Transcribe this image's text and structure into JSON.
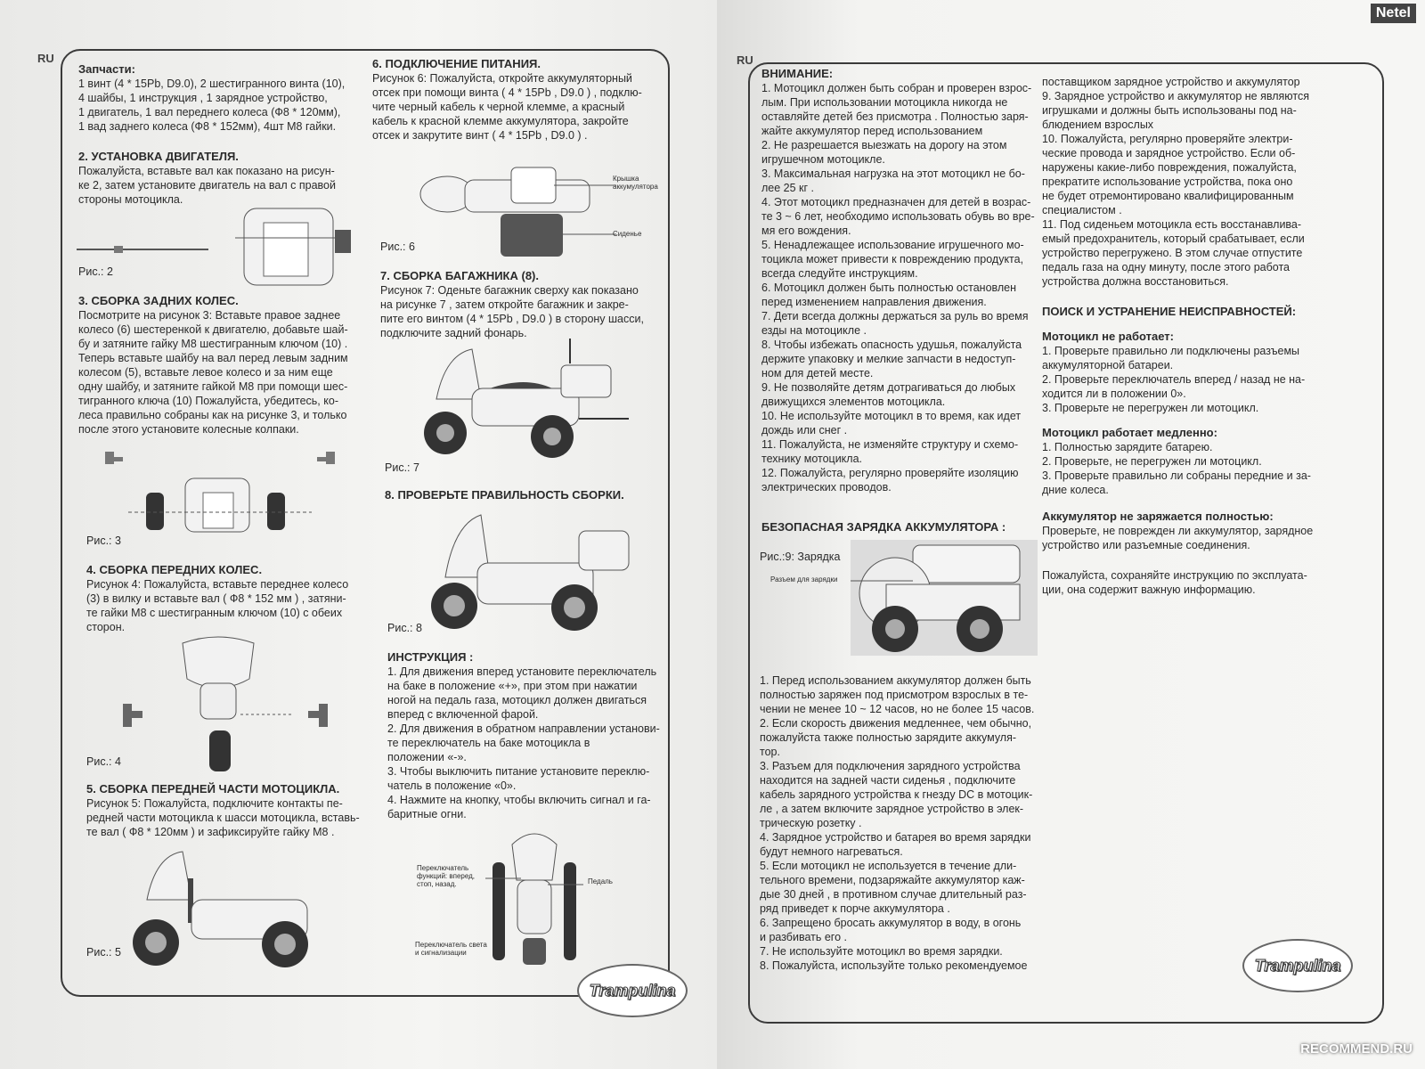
{
  "watermarks": {
    "top": "Netel",
    "bottom": "RECOMMEND.RU"
  },
  "left": {
    "lang": "RU",
    "parts": {
      "title": "Запчасти:",
      "lines": [
        "1 винт (4 * 15Pb, D9.0), 2 шестигранного винта (10),",
        "4 шайбы, 1 инструкция , 1 зарядное устройство,",
        "1 двигатель, 1 вал переднего колеса (Ф8 * 120мм),",
        "1 вад заднего колеса (Ф8 * 152мм), 4шт М8 гайки."
      ]
    },
    "s2": {
      "title": "2. УСТАНОВКА ДВИГАТЕЛЯ.",
      "lines": [
        "Пожалуйста, вставьте вал  как показано на рисун-",
        "ке 2, затем установите двигатель на вал с правой",
        "стороны мотоцикла."
      ],
      "cap": "Рис.: 2"
    },
    "s3": {
      "title": "3. СБОРКА ЗАДНИХ КОЛЕС.",
      "lines": [
        "Посмотрите на рисунок 3: Вставьте правое заднее",
        "колесо (6) шестеренкой к двигателю, добавьте шай-",
        "бу и затяните гайку М8 шестигранным ключом (10) .",
        "Теперь вставьте шайбу на вал перед левым задним",
        "колесом (5), вставьте левое колесо и за ним еще",
        "одну шайбу, и затяните гайкой М8 при помощи шес-",
        "тигранного ключа (10) Пожалуйста, убедитесь, ко-",
        "леса правильно собраны как на рисунке 3, и только",
        "после этого установите колесные колпаки."
      ],
      "cap": "Рис.: 3"
    },
    "s4": {
      "title": "4. СБОРКА ПЕРЕДНИХ КОЛЕС.",
      "lines": [
        "Рисунок 4: Пожалуйста, вставьте переднее колесо",
        "(3) в вилку и вставьте вал ( Ф8 * 152 мм ) , затяни-",
        "те гайки М8 с шестигранным ключом (10) с обеих",
        "сторон."
      ],
      "cap": "Рис.: 4"
    },
    "s5": {
      "title": "5. СБОРКА ПЕРЕДНЕЙ ЧАСТИ МОТОЦИКЛА.",
      "lines": [
        "Рисунок 5: Пожалуйста, подключите контакты пе-",
        "редней части мотоцикла к шасси мотоцикла, вставь-",
        "те вал ( Ф8 * 120мм ) и зафиксируйте гайку М8 ."
      ],
      "cap": "Рис.: 5"
    },
    "s6": {
      "title": "6. ПОДКЛЮЧЕНИЕ ПИТАНИЯ.",
      "lines": [
        "Рисунок 6: Пожалуйста, откройте аккумуляторный",
        "отсек при помощи винта ( 4 * 15Pb , D9.0 ) , подклю-",
        "чите черный кабель к черной клемме, а красный",
        "кабель к красной клемме аккумулятора, закройте",
        "отсек и закрутите винт ( 4 * 15Pb , D9.0 ) ."
      ],
      "cap": "Рис.: 6",
      "label1": "Крышка аккумулятора",
      "label2": "Сиденье"
    },
    "s7": {
      "title": "7. СБОРКА БАГАЖНИКА (8).",
      "lines": [
        "Рисунок 7: Оденьте багажник сверху как показано",
        "на рисунке 7   , затем откройте багажник и закре-",
        "пите его винтом (4 * 15Pb , D9.0 ) в сторону шасси,",
        "подключите задний фонарь."
      ],
      "cap": "Рис.: 7"
    },
    "s8": {
      "title": "8. ПРОВЕРЬТЕ ПРАВИЛЬНОСТЬ СБОРКИ.",
      "cap": "Рис.: 8"
    },
    "instr": {
      "title": "ИНСТРУКЦИЯ :",
      "lines": [
        "1. Для движения вперед установите переключатель",
        "на баке в положение «+», при этом при нажатии",
        "ногой на педаль газа, мотоцикл должен двигаться",
        "вперед с включенной фарой.",
        "2. Для движения в обратном направлении установи-",
        "те переключатель на баке мотоцикла в",
        "положении «-».",
        "3. Чтобы выключить питание установите переклю-",
        "чатель в положение «0».",
        "4. Нажмите на кнопку, чтобы включить сигнал и га-",
        "баритные огни."
      ],
      "label1": "Переключатель функций: вперед, стоп, назад.",
      "label2": "Педаль",
      "label3": "Переключатель света и сигнализации"
    },
    "logo": "Trampulina"
  },
  "right": {
    "lang": "RU",
    "warn": {
      "title": "ВНИМАНИЕ:",
      "lines": [
        "1. Мотоцикл должен быть собран и проверен взрос-",
        "лым. При использовании мотоцикла никогда не",
        "оставляйте детей без присмотра . Полностью заря-",
        "жайте аккумулятор перед использованием",
        "2. Не разрешается выезжать на дорогу на этом",
        "игрушечном мотоцикле.",
        "3. Максимальная нагрузка на этот мотоцикл не бо-",
        "лее 25 кг .",
        "4. Этот мотоцикл предназначен для детей в возрас-",
        "те 3 ~ 6 лет, необходимо использовать обувь во вре-",
        "мя его вождения.",
        "5. Ненадлежащее использование игрушечного мо-",
        "тоцикла может привести к повреждению продукта,",
        "всегда следуйте инструкциям.",
        "6. Мотоцикл должен быть полностью остановлен",
        "перед изменением направления движения.",
        "7. Дети всегда должны держаться за руль во время",
        "езды на мотоцикле .",
        "8. Чтобы избежать опасность удушья, пожалуйста",
        "держите упаковку и мелкие запчасти в недоступ-",
        "ном для детей месте.",
        "9. Не позволяйте детям дотрагиваться до любых",
        "движущихся элементов мотоцикла.",
        "10. Не используйте мотоцикл в то время, как идет",
        "дождь или снег .",
        "11. Пожалуйста, не изменяйте структуру и схемо-",
        "технику мотоцикла.",
        "12. Пожалуйста, регулярно проверяйте изоляцию",
        "электрических проводов."
      ]
    },
    "charge": {
      "title": "БЕЗОПАСНАЯ ЗАРЯДКА АККУМУЛЯТОРА :",
      "cap": "Рис.:9: Зарядка",
      "label": "Разъем для зарядки",
      "lines": [
        "1. Перед использованием аккумулятор должен быть",
        "полностью заряжен под присмотром взрослых  в те-",
        "чении не менее 10 ~ 12 часов,  но не более 15 часов.",
        "2. Если скорость движения медленнее, чем обычно,",
        "пожалуйста также полностью зарядите  аккумуля-",
        "тор.",
        "3. Разъем для подключения зарядного устройства",
        "находится на задней части сиденья , подключите",
        "кабель зарядного устройства к гнезду DC в мотоцик-",
        "ле , а затем включите зарядное устройство в элек-",
        "трическую розетку .",
        "4. Зарядное устройство и батарея во время зарядки",
        "будут немного нагреваться.",
        "5. Если мотоцикл не используется в течение дли-",
        "тельного времени, подзаряжайте аккумулятор каж-",
        "дые 30 дней , в противном случае длительный раз-",
        "ряд приведет к порче аккумулятора .",
        "6. Запрещено бросать аккумулятор в воду, в огонь",
        "и разбивать его .",
        "7. Не используйте мотоцикл во время зарядки.",
        "8. Пожалуйста, используйте только рекомендуемое"
      ]
    },
    "col2": {
      "lines": [
        "поставщиком зарядное устройство и аккумулятор",
        "9. Зарядное устройство и аккумулятор не являются",
        "игрушками и должны быть использованы под на-",
        "блюдением взрослых",
        "10. Пожалуйста, регулярно проверяйте электри-",
        "ческие провода и зарядное устройство. Если об-",
        "наружены какие-либо повреждения, пожалуйста,",
        "прекратите использование устройства, пока оно",
        "не будет отремонтировано квалифицированным",
        "специалистом .",
        "11. Под сиденьем мотоцикла есть восстанавлива-",
        "емый предохранитель, который срабатывает, если",
        "устройство перегружено. В этом случае отпустите",
        "педаль газа на одну минуту, после этого работа",
        "устройства должна восстановиться."
      ]
    },
    "trouble": {
      "title": "ПОИСК И УСТРАНЕНИЕ НЕИСПРАВНОСТЕЙ:",
      "a_title": "Мотоцикл не работает:",
      "a_lines": [
        "1. Проверьте правильно ли подключены разъемы",
        "аккумуляторной батареи.",
        "2. Проверьте переключатель вперед / назад не на-",
        "ходится ли в положении 0».",
        "3. Проверьте не перегружен ли мотоцикл."
      ],
      "b_title": "Мотоцикл работает медленно:",
      "b_lines": [
        "1. Полностью зарядите батарею.",
        "2. Проверьте, не перегружен ли мотоцикл.",
        "3. Проверьте правильно ли собраны передние и за-",
        "дние колеса."
      ],
      "c_title": "Аккумулятор не заряжается полностью:",
      "c_lines": [
        "Проверьте, не поврежден ли аккумулятор, зарядное",
        "устройство или разъемные соединения."
      ],
      "d_lines": [
        "Пожалуйста, сохраняйте инструкцию по эксплуата-",
        "ции, она содержит важную информацию."
      ]
    },
    "logo": "Trampulina"
  }
}
